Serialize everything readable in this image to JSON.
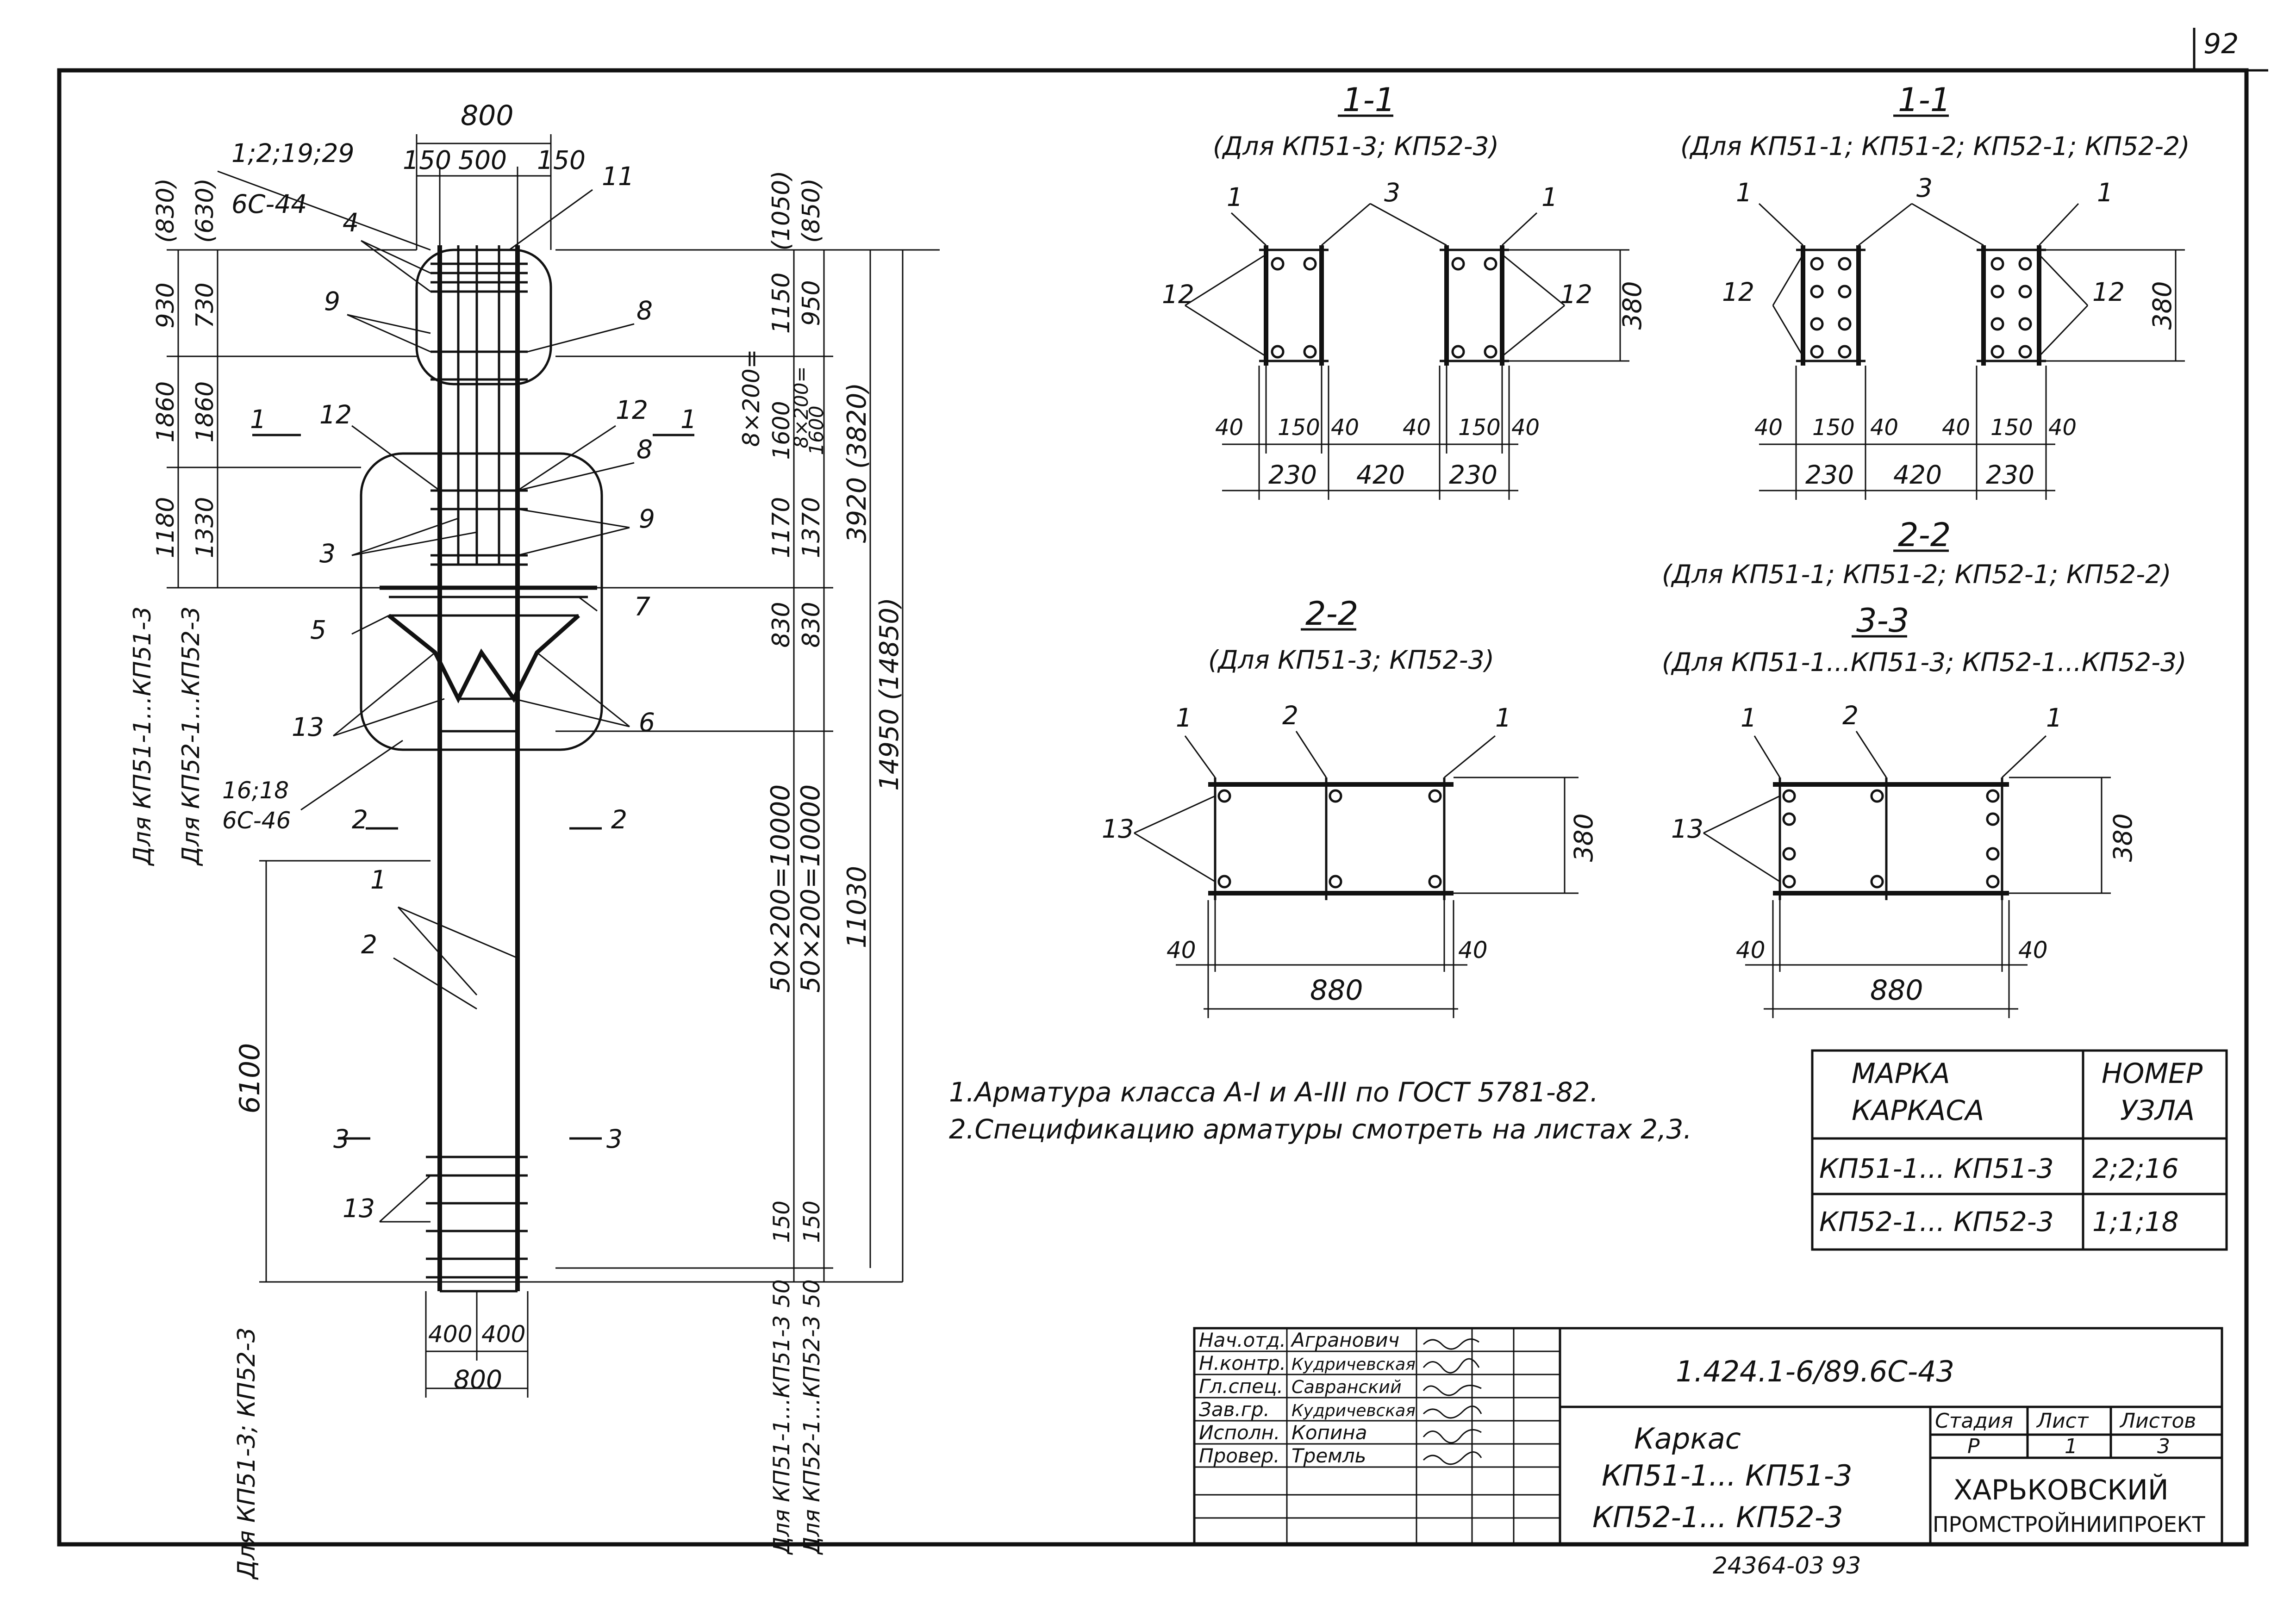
{
  "sheet_number": "92",
  "bottom_number": "24364-03  93",
  "notes": [
    "1.Арматура  класса А-I и А-III по ГОСТ 5781-82.",
    "2.Спецификацию  арматуры смотреть на листах 2,3."
  ],
  "sections": {
    "s11_a": {
      "title": "1-1",
      "subtitle": "(Для КП51-3; КП52-3)"
    },
    "s11_b": {
      "title": "1-1",
      "subtitle": "(Для КП51-1; КП51-2; КП52-1; КП52-2)"
    },
    "s22_a": {
      "title": "2-2",
      "subtitle": "(Для КП51-3; КП52-3)"
    },
    "s22_b": {
      "title": "2-2",
      "subtitle": "(Для КП51-1; КП51-2; КП52-1; КП52-2)"
    },
    "s33_b": {
      "title": "3-3",
      "subtitle": "(Для КП51-1...КП51-3; КП52-1...КП52-3)"
    }
  },
  "dims": {
    "w800": "800",
    "d150": "150",
    "d500": "500",
    "d150b": "150",
    "ref_top": "1;2;19;29",
    "ref_top2": "6С-44",
    "l830": "(830)",
    "l630": "(630)",
    "l930": "930",
    "l730": "730",
    "l1860a": "1860",
    "l1860b": "1860",
    "l1180": "1180",
    "l1330": "1330",
    "side_label_1": "Для КП51-1...КП51-3",
    "side_label_2": "Для КП52-1...КП52-3",
    "r1050": "(1050)",
    "r850": "(850)",
    "r1150": "1150",
    "r950": "950",
    "r8x200a": "8×200=",
    "r1600a": "1600",
    "r8x200b": "8×200=",
    "r1600b": "1600",
    "r1170": "1170",
    "r1370": "1370",
    "r830a": "830",
    "r830b": "830",
    "r3920": "3920 (3820)",
    "r14950": "14950 (14850)",
    "r50x200a": "50×200=10000",
    "r50x200b": "50×200=10000",
    "r11030": "11030",
    "r150a": "150",
    "r150b": "150",
    "r50a": "50",
    "r50b": "50",
    "l6100": "6100",
    "b400a": "400",
    "b400b": "400",
    "b800": "800",
    "bl1": "Для КП51-3; КП52-3",
    "bl2": "Для КП51-1...КП51-3",
    "bl3": "Для КП52-1...КП52-3",
    "ref_16": "16;18",
    "ref_16b": "6С-46"
  },
  "callouts": {
    "c1": "1",
    "c2": "2",
    "c3": "3",
    "c4": "4",
    "c5": "5",
    "c6": "6",
    "c7": "7",
    "c8a": "8",
    "c8b": "8",
    "c9a": "9",
    "c9b": "9",
    "c11": "11",
    "c12a": "12",
    "c12b": "12",
    "c13a": "13",
    "c13b": "13",
    "cut1l": "1",
    "cut1r": "1",
    "cut2l": "2",
    "cut2r": "2",
    "cut3l": "3",
    "cut3r": "3"
  },
  "sec_dims": {
    "d40": "40",
    "d150": "150",
    "d230": "230",
    "d420": "420",
    "d380": "380",
    "d880": "880",
    "n1": "1",
    "n2": "2",
    "n3": "3",
    "n12": "12",
    "n13": "13"
  },
  "table": {
    "h1": "Марка каркаса",
    "h2": "Номер узла",
    "rows": [
      {
        "mark": "КП51-1... КП51-3",
        "node": "2;2;16"
      },
      {
        "mark": "КП52-1... КП52-3",
        "node": "1;1;18"
      }
    ]
  },
  "stamp": {
    "doc_code": "1.424.1-6/89.6С-43",
    "title_l1": "Каркас",
    "title_l2": "КП51-1... КП51-3",
    "title_l3": "КП52-1... КП52-3",
    "stage_h": "Стадия",
    "sheet_h": "Лист",
    "sheets_h": "Листов",
    "stage": "Р",
    "sheet": "1",
    "sheets": "3",
    "org1": "ХАРЬКОВСКИЙ",
    "org2": "ПРОМСТРОЙНИИПРОЕКТ",
    "people": [
      {
        "role": "Нач.отд.",
        "name": "Агранович"
      },
      {
        "role": "Н.контр.",
        "name": "Кудричевская"
      },
      {
        "role": "Гл.спец.",
        "name": "Савранский"
      },
      {
        "role": "Зав.гр.",
        "name": "Кудричевская"
      },
      {
        "role": "Исполн.",
        "name": "Копина"
      },
      {
        "role": "Провер.",
        "name": "Тремль"
      }
    ]
  }
}
